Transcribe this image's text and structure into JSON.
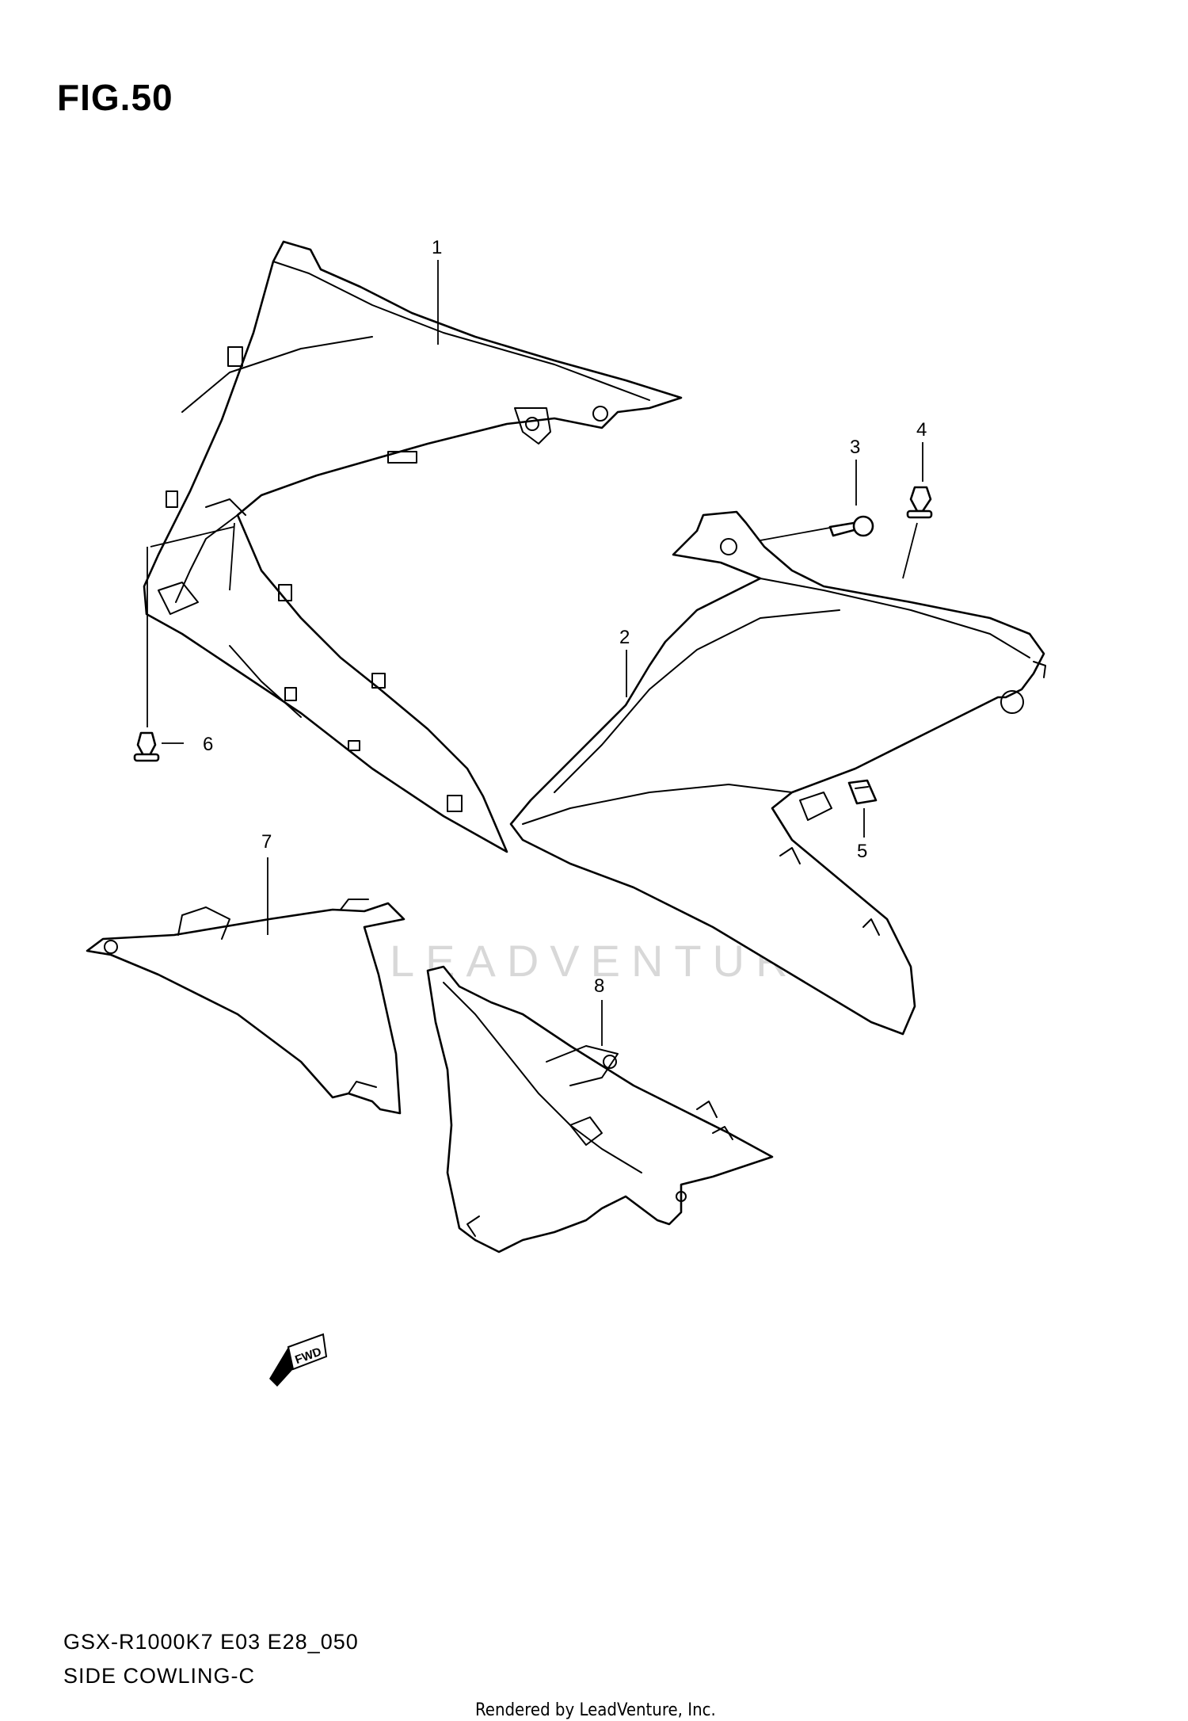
{
  "figure": {
    "title": "FIG.50"
  },
  "callouts": [
    {
      "id": "1",
      "label": "1"
    },
    {
      "id": "2",
      "label": "2"
    },
    {
      "id": "3",
      "label": "3"
    },
    {
      "id": "4",
      "label": "4"
    },
    {
      "id": "5",
      "label": "5"
    },
    {
      "id": "6",
      "label": "6"
    },
    {
      "id": "7",
      "label": "7"
    },
    {
      "id": "8",
      "label": "8"
    }
  ],
  "direction_badge": {
    "label": "FWD",
    "icon": "fwd-arrow-icon"
  },
  "watermark": {
    "text": "LEADVENTURE"
  },
  "footer": {
    "model_code": "GSX-R1000K7 E03 E28_050",
    "section_title": "SIDE COWLING-C",
    "render_credit": "Rendered by LeadVenture, Inc."
  }
}
